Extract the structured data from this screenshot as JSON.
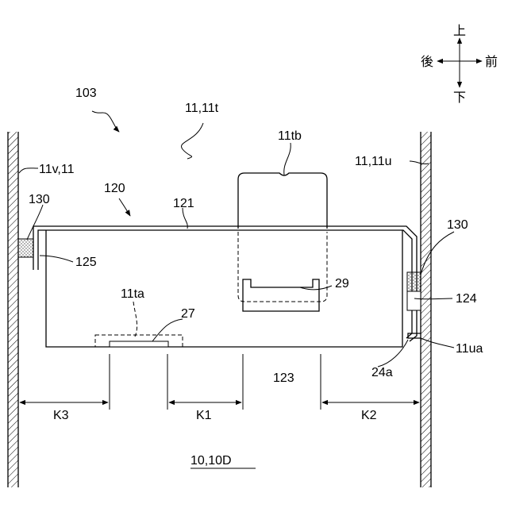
{
  "figure": {
    "caption": "10,10D",
    "refs": {
      "r103": "103",
      "r11_11t": "11,11t",
      "r11tb": "11tb",
      "r11v_11": "11v,11",
      "r11_11u": "11,11u",
      "r120": "120",
      "r121": "121",
      "r130_left": "130",
      "r130_right": "130",
      "r125": "125",
      "r29": "29",
      "r124": "124",
      "r11ta": "11ta",
      "r27": "27",
      "r123": "123",
      "r11ua": "11ua",
      "r24a": "24a"
    },
    "dimensions": {
      "k3": "K3",
      "k1": "K1",
      "k2": "K2"
    },
    "directions": {
      "up": "上",
      "down": "下",
      "back": "後",
      "front": "前"
    }
  }
}
